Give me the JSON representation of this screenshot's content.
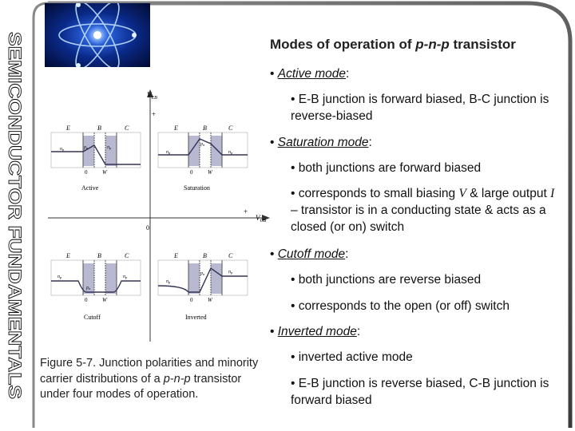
{
  "side_title": "SEMICONDUCTOR FUNDAMENTALS",
  "title_parts": [
    "Modes of operation of ",
    "p-n-p",
    " transistor"
  ],
  "bullets": {
    "active": {
      "label": "Active mode",
      "colon": ":",
      "sub": [
        "E-B junction is forward biased, B-C junction is reverse-biased"
      ]
    },
    "saturation": {
      "label": "Saturation mode",
      "colon": ":",
      "sub1": "both junctions are forward biased",
      "sub2_a": "corresponds to small biasing ",
      "sub2_v": "V",
      "sub2_b": " & large output ",
      "sub2_i": "I",
      "sub2_c": " – transistor is in a conducting state & acts as a closed (or on) switch"
    },
    "cutoff": {
      "label": "Cutoff mode",
      "colon": ":",
      "sub": [
        "both junctions are reverse biased",
        "corresponds to the open (or off) switch"
      ]
    },
    "inverted": {
      "label": "Inverted mode",
      "colon": ":",
      "sub": [
        "inverted active mode",
        "E-B junction is reverse biased, C-B junction is forward biased"
      ]
    }
  },
  "caption_parts": [
    "Figure 5-7.  Junction polarities and minority carrier distributions of a ",
    "p-n-p",
    " transistor under four modes of operation."
  ],
  "figure": {
    "axis_v_label": "V",
    "axis_v_sub": "EB",
    "axis_h_label": "V",
    "axis_h_sub": "CB",
    "plus": "+",
    "origin": "0",
    "quadrants": {
      "active": "Active",
      "saturation": "Saturation",
      "cutoff": "Cutoff",
      "inverted": "Inverted"
    },
    "region_labels": {
      "e": "E",
      "b": "B",
      "c": "C",
      "zero": "0",
      "w": "W"
    },
    "carrier_labels": {
      "np": "n",
      "np_sub": "p",
      "pn": "p",
      "pn_sub": "n"
    }
  },
  "colors": {
    "frame": "#444444",
    "shade": "#b8b8d0",
    "curve": "#333355"
  }
}
